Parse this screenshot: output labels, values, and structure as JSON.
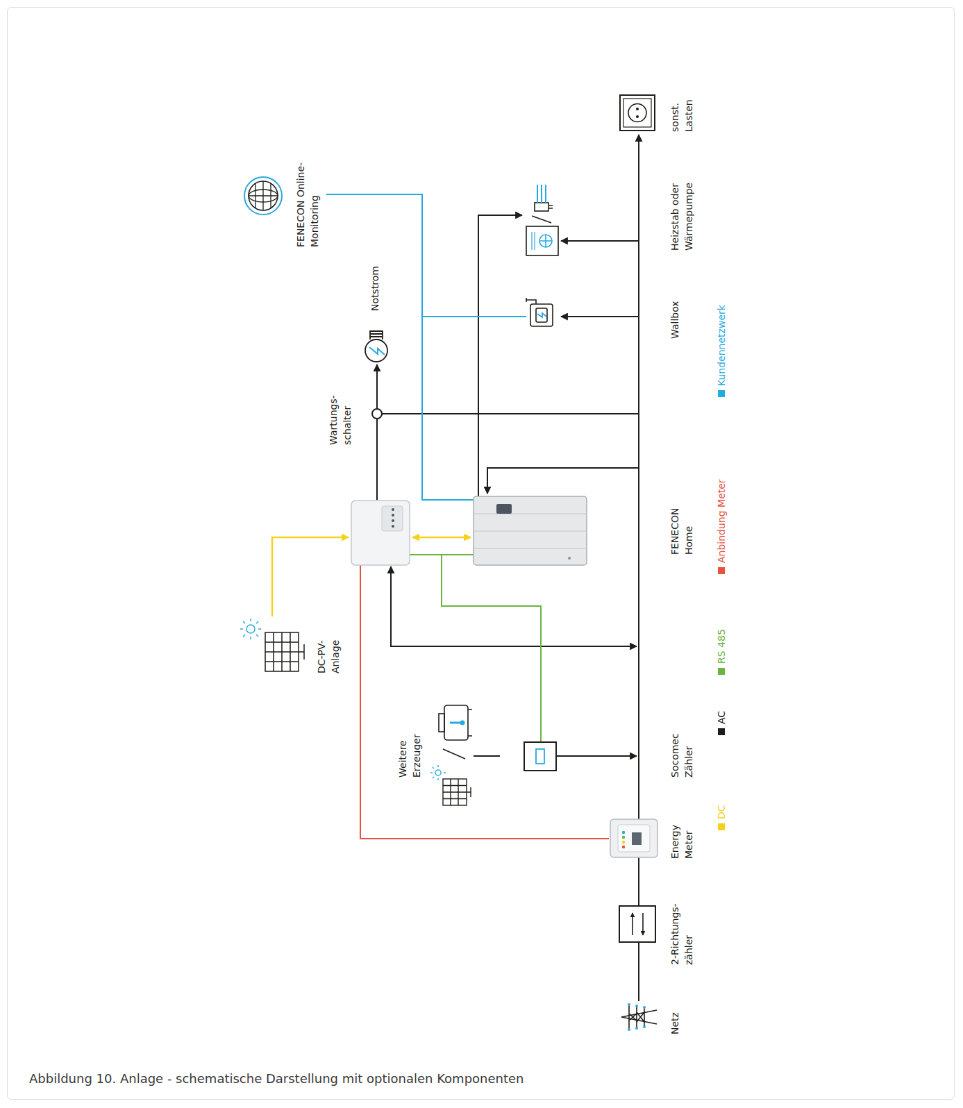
{
  "diagram": {
    "caption": "Abbildung 10. Anlage - schematische Darstellung mit optionalen Komponenten",
    "nodes": [
      {
        "text": [
          "Netz"
        ]
      },
      {
        "text": [
          "2-Richtungs- zähler"
        ]
      },
      {
        "text": [
          "Energy Meter"
        ]
      },
      {
        "text": [
          "Socomec Zähler"
        ]
      },
      {
        "text": [
          "Weitere Erzeuger"
        ]
      },
      {
        "text": [
          "DC-PV- Anlage"
        ]
      },
      {
        "text": [
          "FENECON Home"
        ]
      },
      {
        "text": [
          "Wartungs- schalter"
        ]
      },
      {
        "text": [
          "Notstrom"
        ]
      },
      {
        "text": [
          "FENECON Online-Monitoring"
        ]
      },
      {
        "text": [
          "Wallbox"
        ]
      },
      {
        "text": [
          "Heizstab oder Wärmepumpe"
        ]
      },
      {
        "text": [
          "sonst. Lasten"
        ]
      }
    ],
    "edges": [
      {
        "from": 0,
        "to": 1,
        "arrow": "none"
      },
      {
        "from": 1,
        "to": 2,
        "arrow": "none"
      },
      {
        "from": 7,
        "to": 8,
        "arrow": "to"
      }
    ],
    "legend": [
      {
        "text": "DC",
        "color": "#f4d21c"
      },
      {
        "text": "AC",
        "color": "#1d1d1b"
      },
      {
        "text": "RS 485",
        "color": "#6cb33f"
      },
      {
        "text": "Anbindung Meter",
        "color": "#e5533d"
      },
      {
        "text": "Kundennetzwerk",
        "color": "#27a9e1"
      }
    ]
  }
}
